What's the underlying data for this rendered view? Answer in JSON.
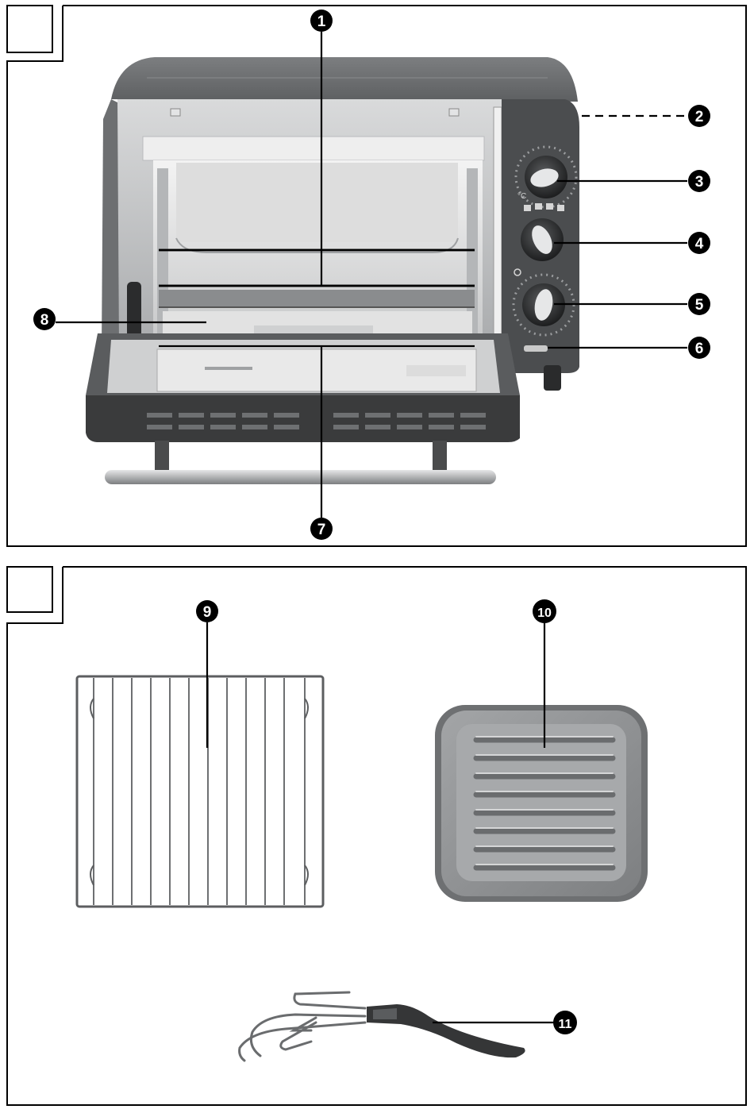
{
  "figures": [
    {
      "id": "A",
      "box_label": "",
      "callouts": [
        "1",
        "2",
        "3",
        "4",
        "5",
        "6",
        "7",
        "8"
      ]
    },
    {
      "id": "B",
      "box_label": "",
      "callouts": [
        "9",
        "10",
        "11"
      ]
    }
  ],
  "colors": {
    "frame": "#000000",
    "callout_fill": "#000000",
    "callout_text": "#ffffff",
    "housing_dark": "#555759",
    "steel_light": "#c9cbcc",
    "steel_mid": "#a4a6a8",
    "pan_gray": "#8d8f91"
  }
}
